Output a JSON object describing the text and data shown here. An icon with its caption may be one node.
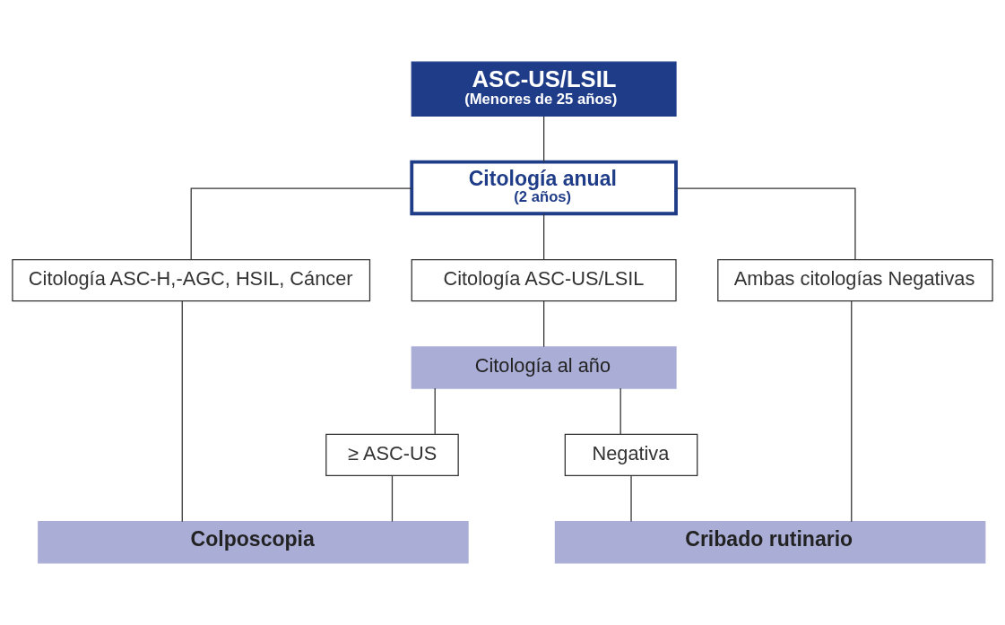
{
  "diagram": {
    "nodes": [
      {
        "text": [
          "ASC-US/LSIL",
          "(Menores de 25 años)"
        ]
      },
      {
        "text": [
          "Citología anual",
          "(2 años)"
        ]
      },
      {
        "text": [
          "Citología ASC-H,-AGC, HSIL, Cáncer"
        ]
      },
      {
        "text": [
          "Citología ASC-US/LSIL"
        ]
      },
      {
        "text": [
          "Ambas citologías Negativas"
        ]
      },
      {
        "text": [
          "Citología al año"
        ]
      },
      {
        "text": [
          "≥ ASC-US"
        ]
      },
      {
        "text": [
          "Negativa"
        ]
      },
      {
        "text": [
          "Colposcopia"
        ]
      },
      {
        "text": [
          "Cribado rutinario"
        ]
      }
    ],
    "edges": [
      {
        "from": 0,
        "to": 1,
        "arrow": "none"
      },
      {
        "from": 1,
        "to": 2,
        "arrow": "none"
      },
      {
        "from": 1,
        "to": 3,
        "arrow": "none"
      },
      {
        "from": 1,
        "to": 4,
        "arrow": "none"
      },
      {
        "from": 2,
        "to": 8,
        "arrow": "none"
      },
      {
        "from": 3,
        "to": 5,
        "arrow": "none"
      },
      {
        "from": 5,
        "to": 6,
        "arrow": "none"
      },
      {
        "from": 5,
        "to": 7,
        "arrow": "none"
      },
      {
        "from": 6,
        "to": 8,
        "arrow": "none"
      },
      {
        "from": 7,
        "to": 9,
        "arrow": "none"
      },
      {
        "from": 4,
        "to": 9,
        "arrow": "none"
      }
    ]
  }
}
